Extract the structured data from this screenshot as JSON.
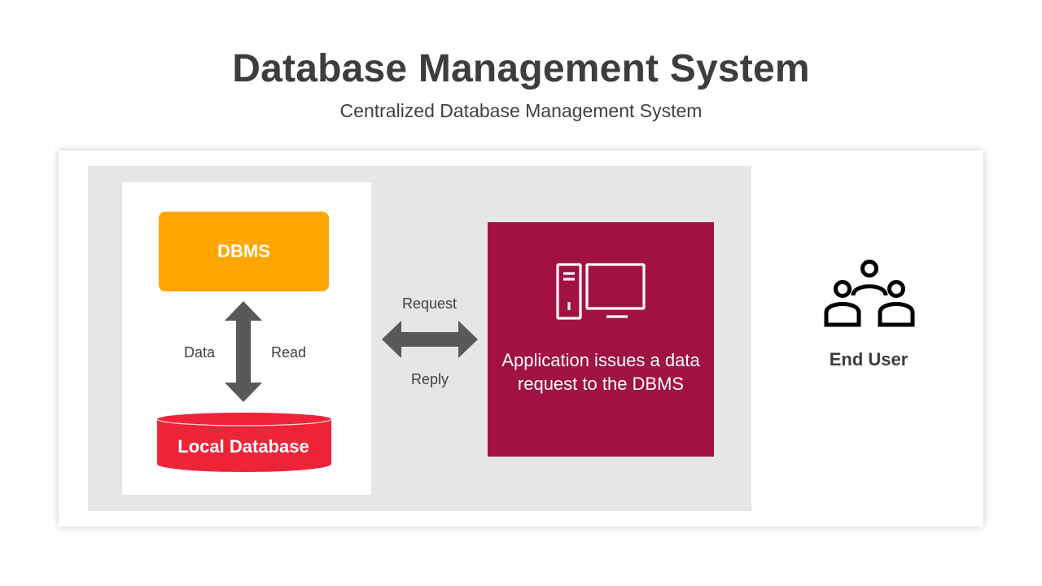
{
  "header": {
    "title": "Database Management System",
    "subtitle": "Centralized Database Management System"
  },
  "left_panel": {
    "dbms_label": "DBMS",
    "data_label": "Data",
    "read_label": "Read",
    "local_db_label": "Local Database"
  },
  "connector": {
    "request_label": "Request",
    "reply_label": "Reply"
  },
  "application": {
    "icon": "desktop-computer-icon",
    "text": "Application issues a data request to the DBMS"
  },
  "end_user": {
    "icon": "users-group-icon",
    "label": "End User"
  },
  "colors": {
    "title_text": "#3d3d3d",
    "dbms_box": "#ffa600",
    "local_database": "#ee2439",
    "application_box": "#a21144",
    "arrow": "#595959",
    "panel_gray": "#e6e6e6"
  }
}
